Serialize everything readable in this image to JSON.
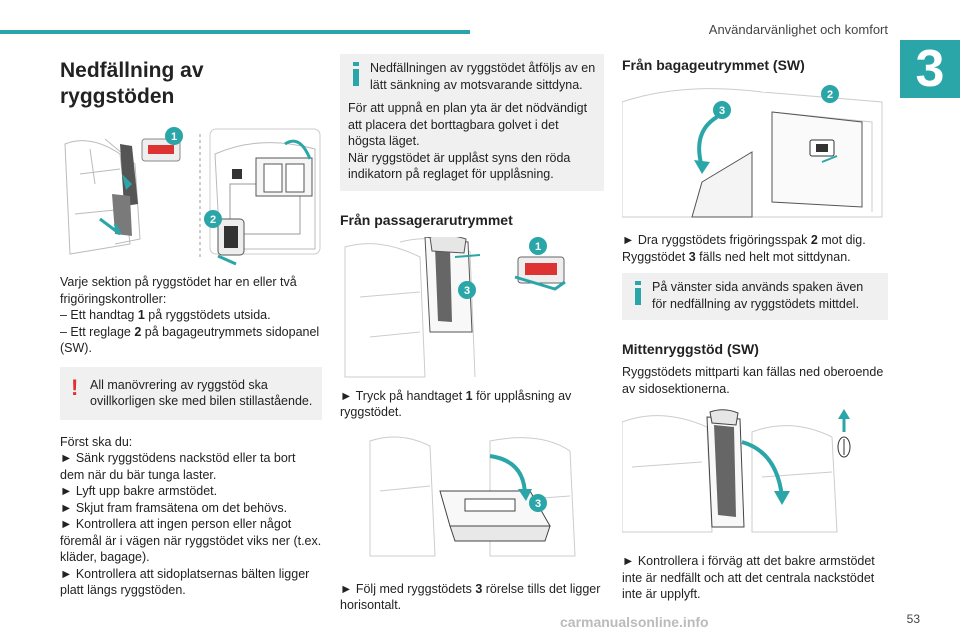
{
  "header": {
    "title": "Användarvänlighet och komfort",
    "chapter": "3"
  },
  "col1": {
    "heading": "Nedfällning av ryggstöden",
    "callouts": [
      "1",
      "2"
    ],
    "intro_line1": "Varje sektion på ryggstödet har en eller två",
    "intro_line2": "frigöringskontroller:",
    "item1_pre": "– Ett handtag ",
    "item1_num": "1",
    "item1_post": " på ryggstödets utsida.",
    "item2_pre": "– Ett reglage ",
    "item2_num": "2",
    "item2_post": " på bagageutrymmets sidopanel",
    "item2_cont": "(SW).",
    "warning": "All manövrering av ryggstöd ska ovillkorligen ske med bilen stillastående.",
    "steps_intro": "Först ska du:",
    "steps": [
      "► Sänk ryggstödens nackstöd eller ta bort dem när du bär tunga laster.",
      "► Lyft upp bakre armstödet.",
      "► Skjut fram framsätena om det behövs.",
      "► Kontrollera att ingen person eller något föremål är i vägen när ryggstödet viks ner (t.ex. kläder, bagage).",
      "► Kontrollera att sidoplatsernas bälten ligger platt längs ryggstöden."
    ]
  },
  "col2": {
    "info_text": "Nedfällningen av ryggstödet åtföljs av en lätt sänkning av motsvarande sittdyna.",
    "info_text2": "För att uppnå en plan yta är det nödvändigt att placera det borttagbara golvet i det högsta läget.",
    "info_text3": "När ryggstödet är upplåst syns den röda indikatorn på reglaget för upplåsning.",
    "heading": "Från passagerarutrymmet",
    "callouts_a": [
      "1",
      "3"
    ],
    "step1_pre": "► Tryck på handtaget ",
    "step1_num": "1",
    "step1_post": " för upplåsning av ryggstödet.",
    "callout_b": "3",
    "step2_pre": "► Följ med ryggstödets ",
    "step2_num": "3",
    "step2_post": " rörelse tills det ligger horisontalt."
  },
  "col3": {
    "heading": "Från bagageutrymmet (SW)",
    "callouts": [
      "2",
      "3"
    ],
    "step_pre": "► Dra ryggstödets frigöringsspak ",
    "step_num": "2",
    "step_post": " mot dig.",
    "step_line2_pre": "Ryggstödet ",
    "step_line2_num": "3",
    "step_line2_post": " fälls ned helt mot sittdynan.",
    "info": "På vänster sida används spaken även för nedfällning av ryggstödets mittdel.",
    "heading2": "Mittenryggstöd (SW)",
    "para": "Ryggstödets mittparti kan fällas ned oberoende av sidosektionerna.",
    "step2": "► Kontrollera i förväg att det bakre armstödet inte är nedfällt och att det centrala nackstödet inte är upplyft."
  },
  "footer": {
    "page": "53",
    "watermark": "carmanualsonline.info"
  },
  "colors": {
    "accent": "#2aa6a8",
    "warning": "#e03030",
    "box": "#f0f0f0"
  }
}
